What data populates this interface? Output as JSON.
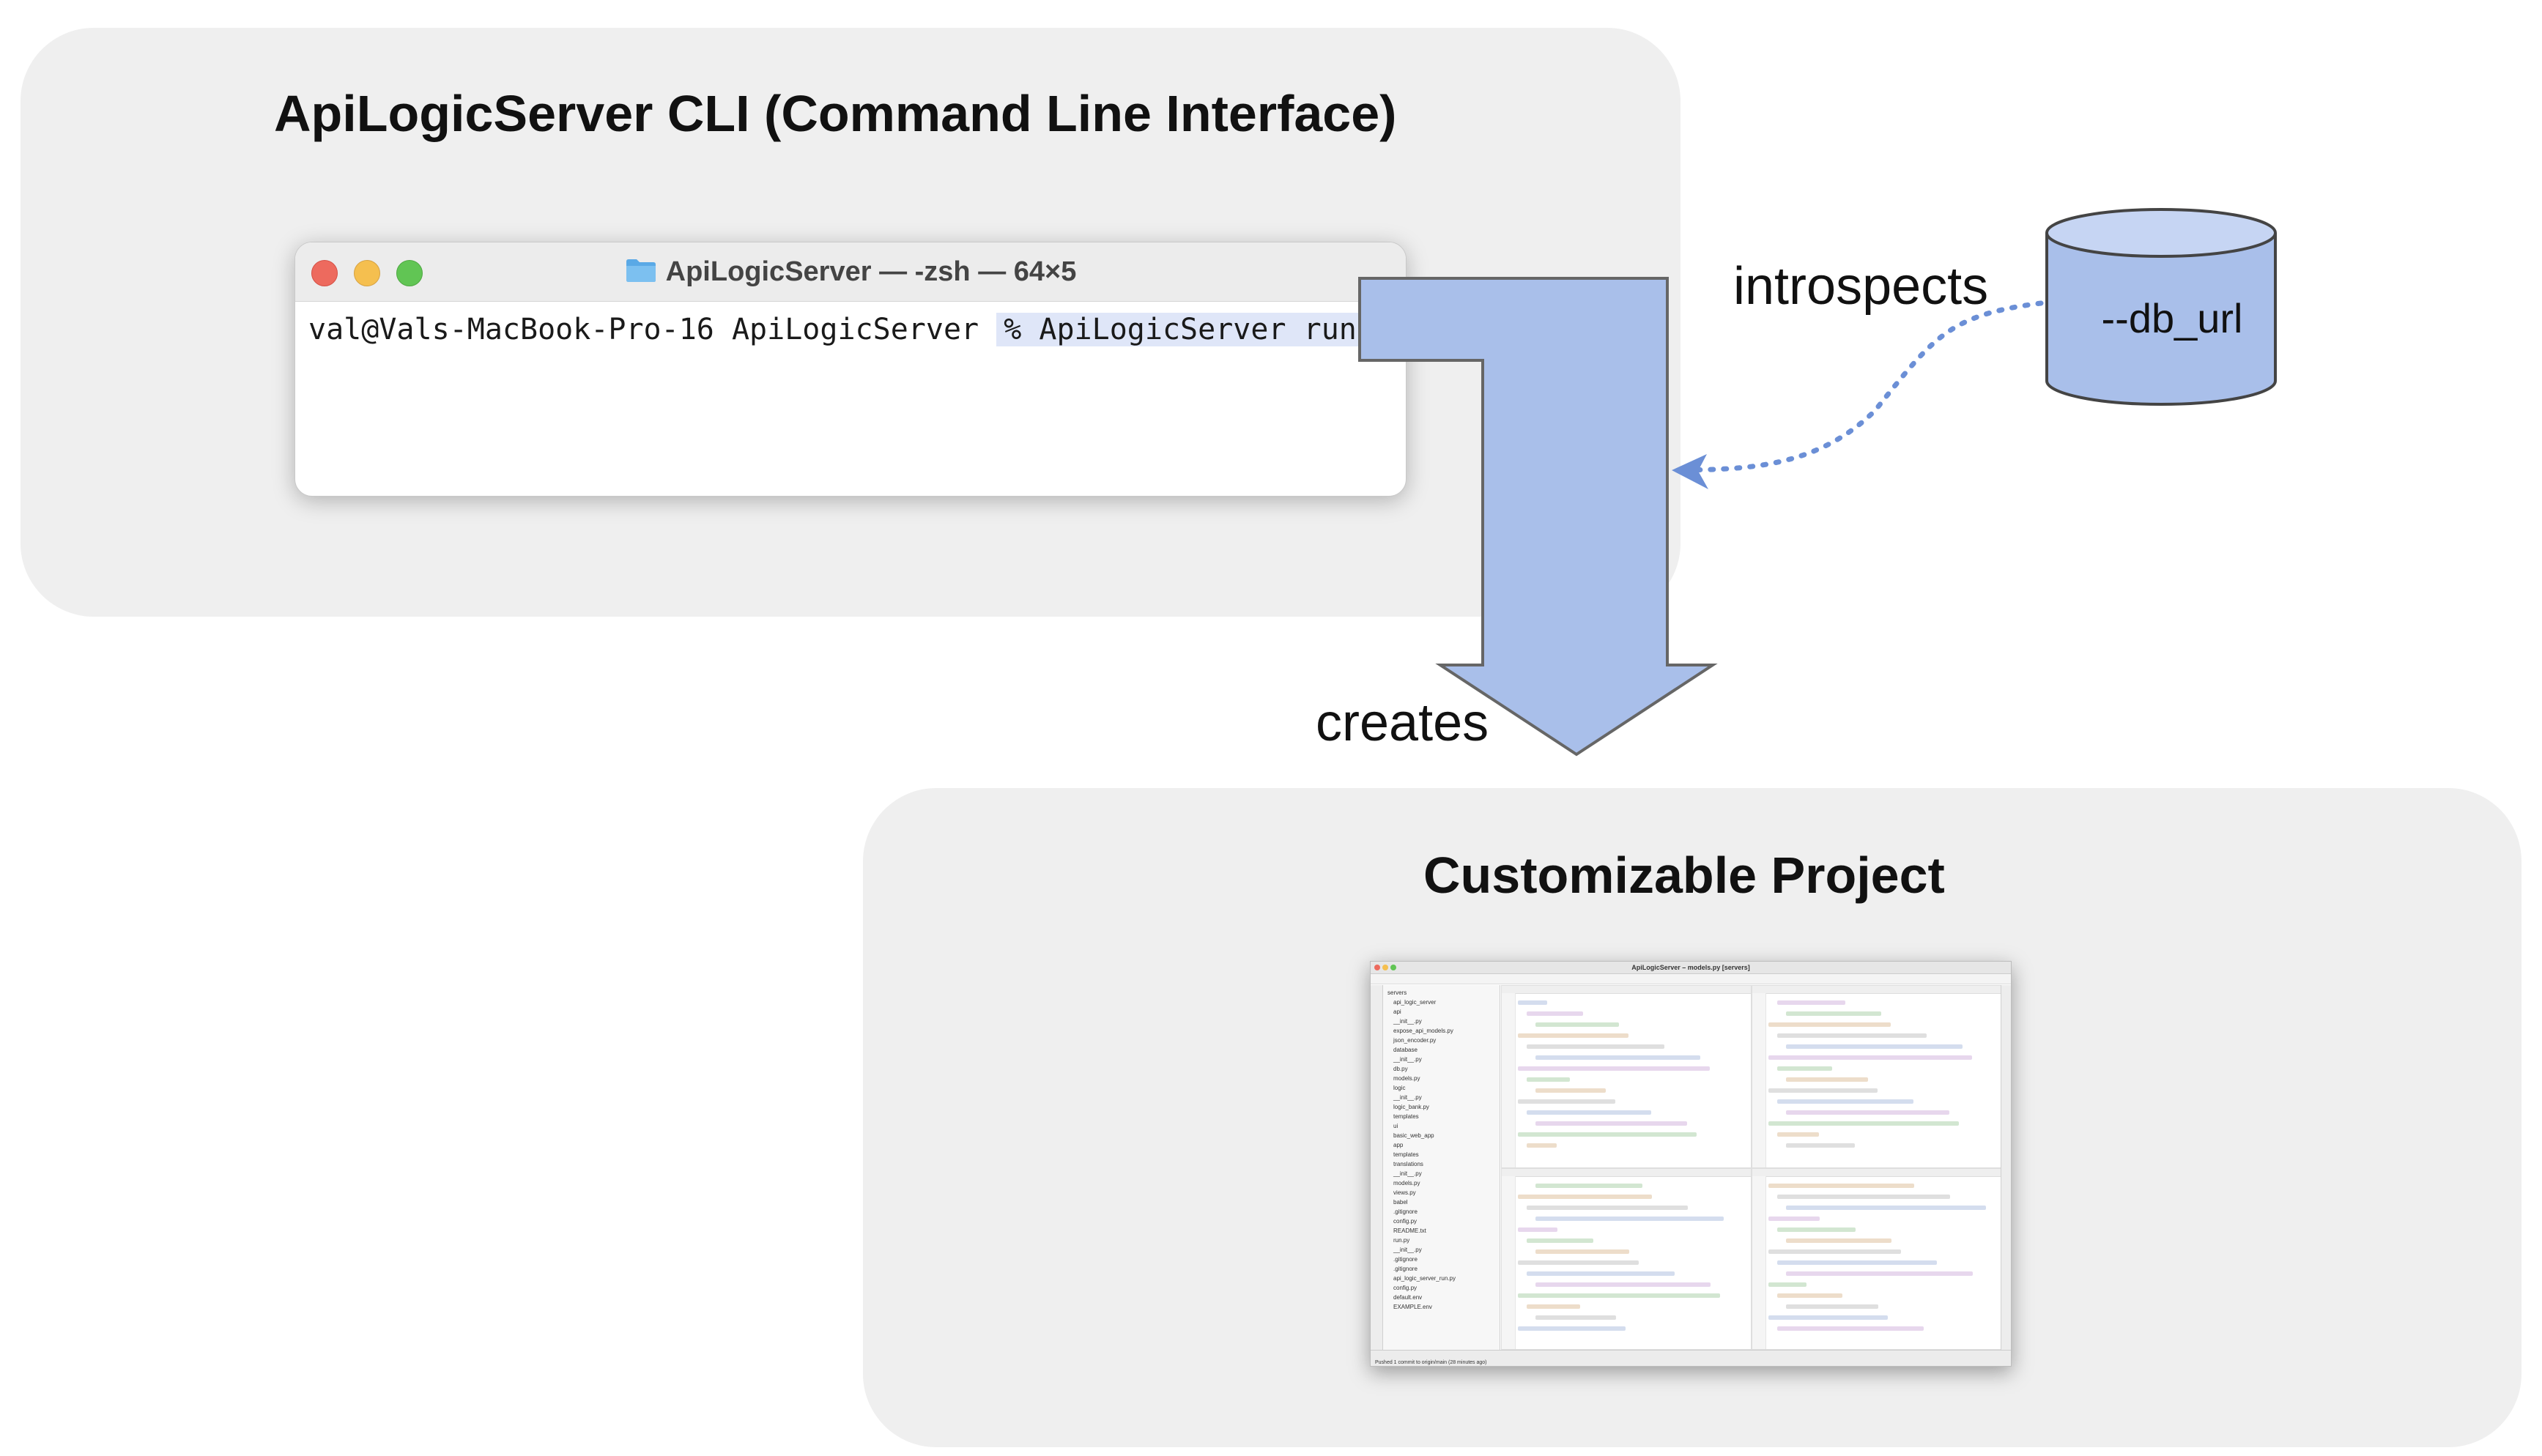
{
  "cli_panel": {
    "title": "ApiLogicServer CLI (Command Line Interface)"
  },
  "terminal": {
    "window_title": "ApiLogicServer — -zsh — 64×5",
    "prompt": "val@Vals-MacBook-Pro-16 ApiLogicServer",
    "command": "% ApiLogicServer run"
  },
  "database": {
    "label": "--db_url"
  },
  "labels": {
    "introspects": "introspects",
    "creates": "creates"
  },
  "project_panel": {
    "title": "Customizable Project"
  },
  "ide_screenshot": {
    "window_title": "ApiLogicServer – models.py [servers]",
    "tree_items": [
      "servers",
      "api_logic_server",
      "api",
      "__init__.py",
      "expose_api_models.py",
      "json_encoder.py",
      "database",
      "__init__.py",
      "db.py",
      "models.py",
      "logic",
      "__init__.py",
      "logic_bank.py",
      "templates",
      "ui",
      "basic_web_app",
      "app",
      "templates",
      "translations",
      "__init__.py",
      "models.py",
      "views.py",
      "babel",
      ".gitignore",
      "config.py",
      "README.txt",
      "run.py",
      "__init__.py",
      ".gitignore",
      ".gitignore",
      "api_logic_server_run.py",
      "config.py",
      "default.env",
      "EXAMPLE.env"
    ],
    "status_text": "Pushed 1 commit to origin/main (28 minutes ago)"
  },
  "colors": {
    "panel_bg": "#efefef",
    "arrow_fill": "#a9bfea",
    "arrow_stroke": "#666666",
    "cylinder_fill": "#a9bfea",
    "dotted_connector": "#6b8fd6"
  }
}
